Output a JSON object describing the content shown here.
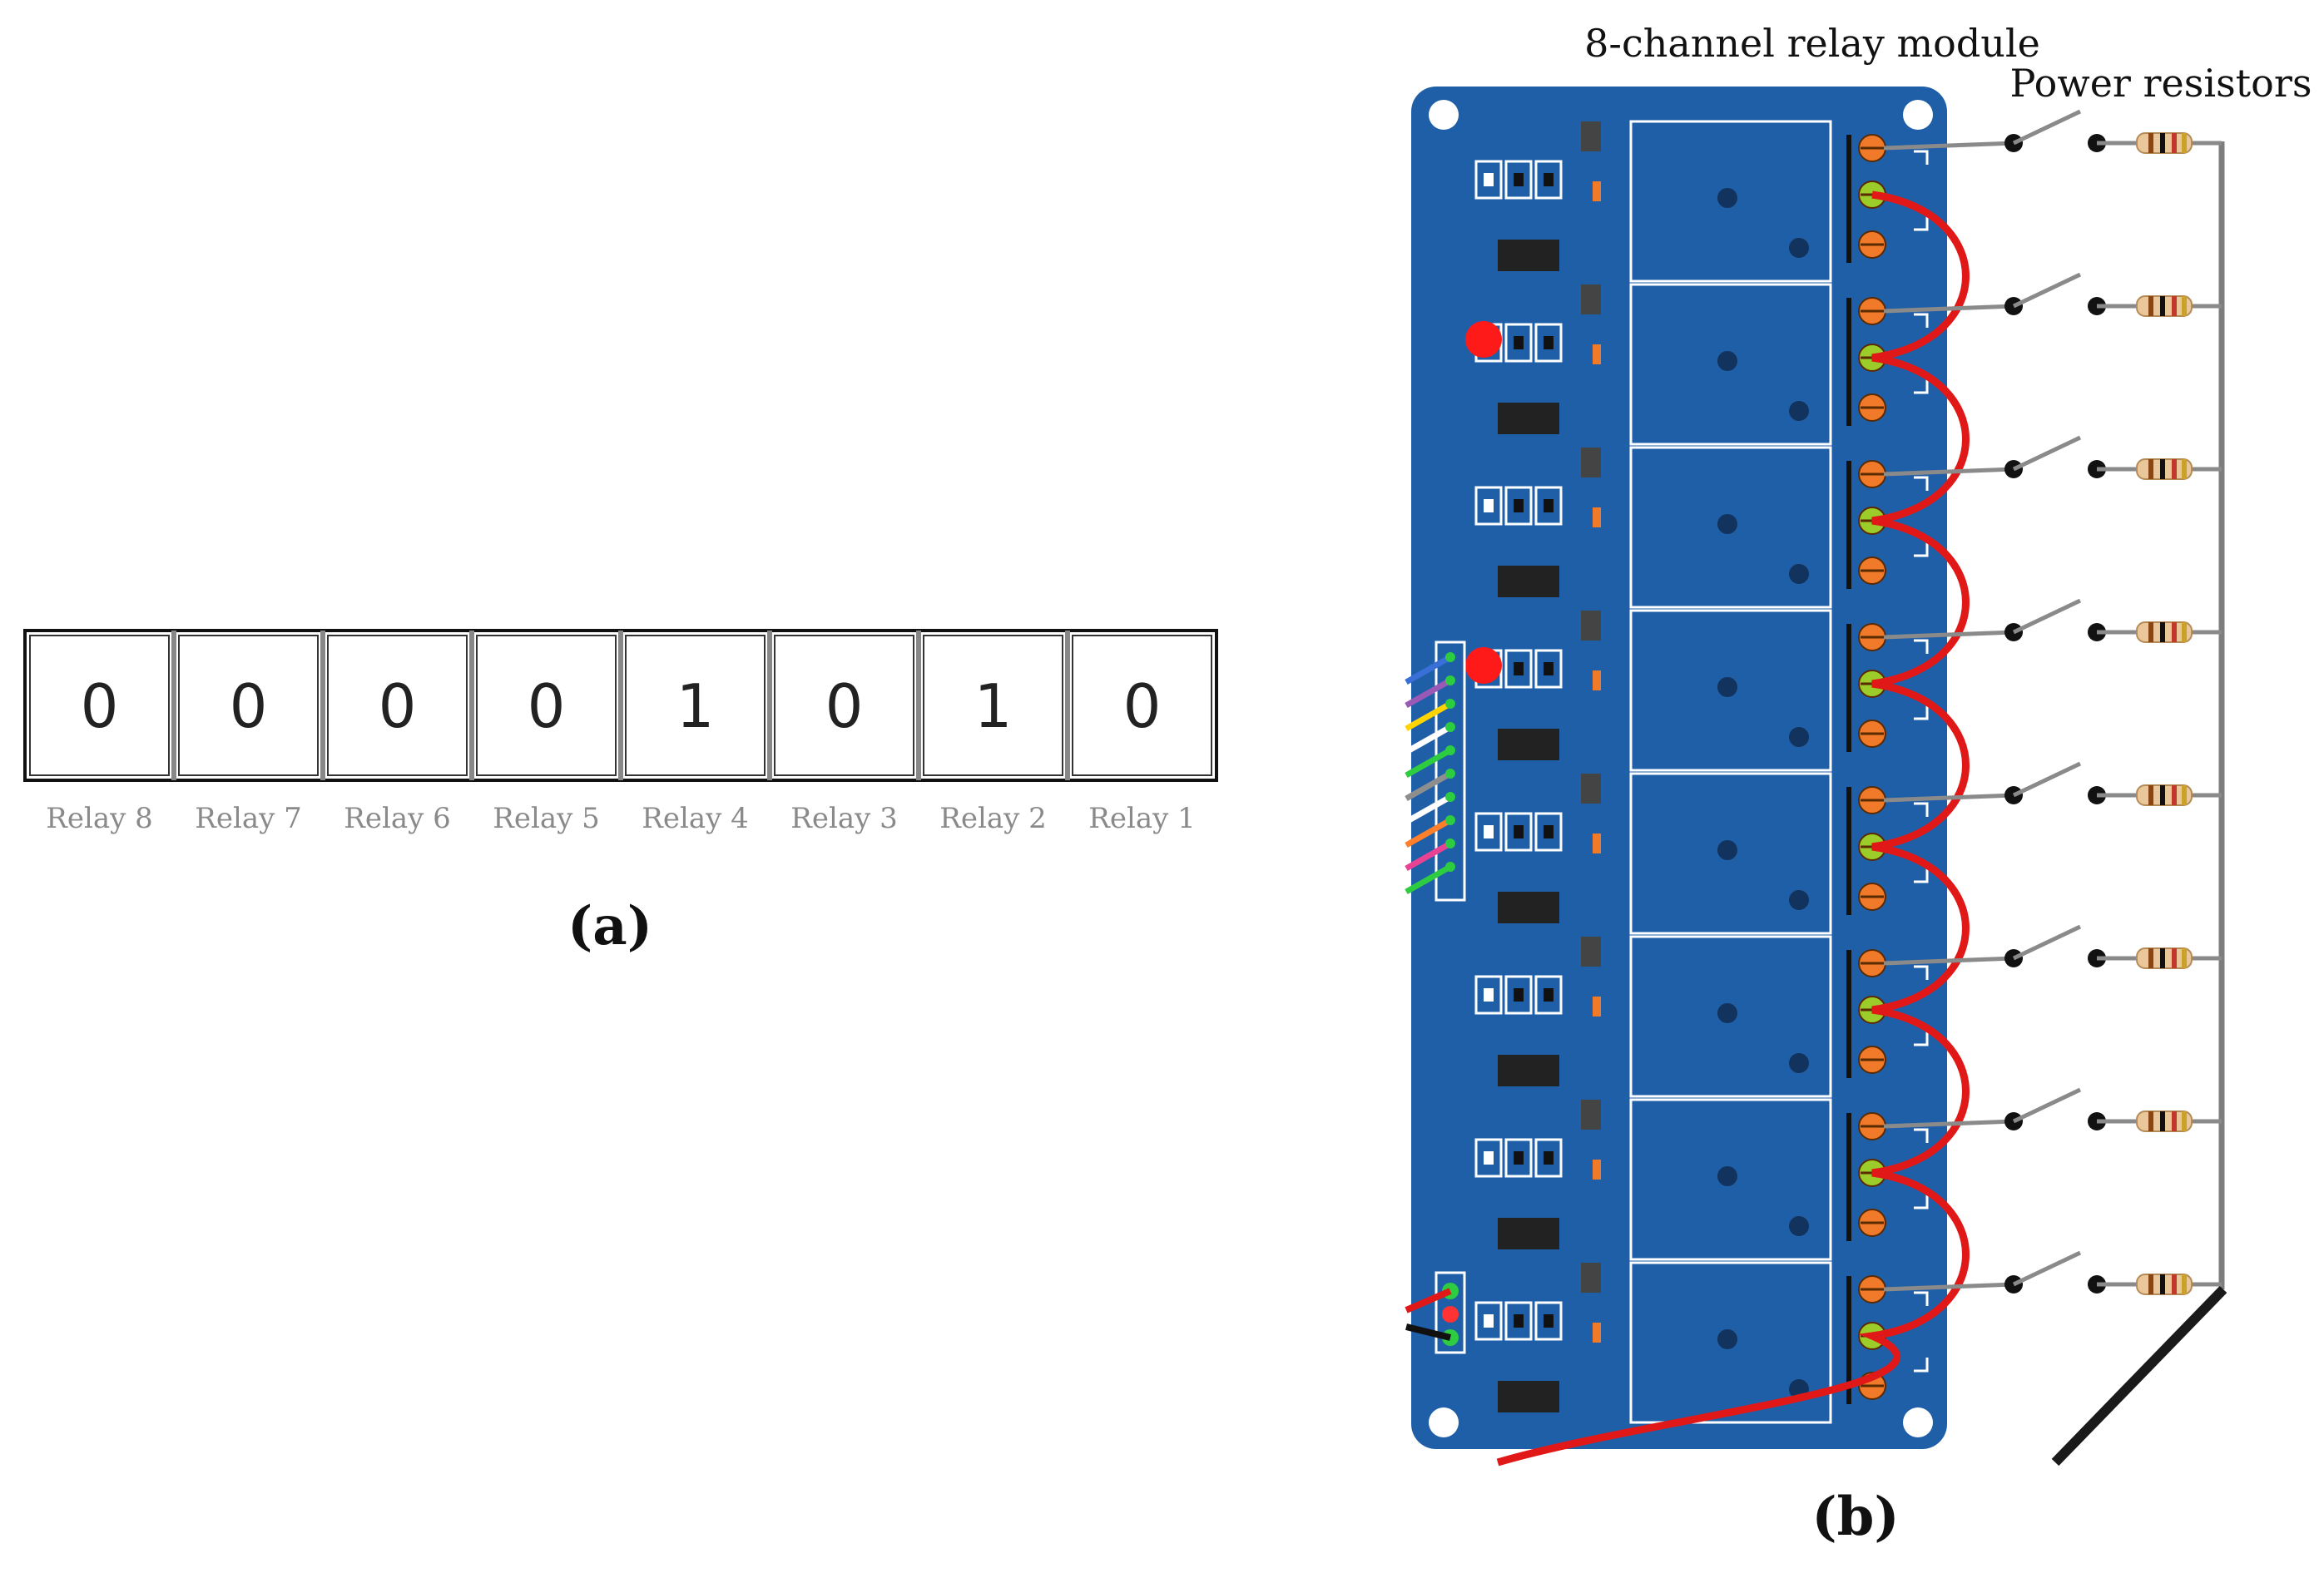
{
  "panel_a": {
    "label": "(a)",
    "cells": [
      {
        "bit": "0",
        "relay": "Relay 8"
      },
      {
        "bit": "0",
        "relay": "Relay 7"
      },
      {
        "bit": "0",
        "relay": "Relay 6"
      },
      {
        "bit": "0",
        "relay": "Relay 5"
      },
      {
        "bit": "1",
        "relay": "Relay 4"
      },
      {
        "bit": "0",
        "relay": "Relay 3"
      },
      {
        "bit": "1",
        "relay": "Relay 2"
      },
      {
        "bit": "0",
        "relay": "Relay 1"
      }
    ]
  },
  "panel_b": {
    "label": "(b)",
    "module_title": "8-channel relay module",
    "resistor_title": "Power resistors",
    "channel_count": 8,
    "active_led_channels": [
      2,
      4
    ],
    "colors": {
      "board": "#1f5fa8",
      "led_on": "#ff1a1a",
      "wire": "#e01818",
      "terminal": "#f07a2a",
      "terminal_common": "#9ccc2a"
    },
    "ribbon_wire_colors": [
      "#3b6fd8",
      "#9b59b6",
      "#ffd400",
      "#ffffff",
      "#2ecc40",
      "#8e8e8e",
      "#ffffff",
      "#ff7f2a",
      "#e84393",
      "#2ecc40"
    ]
  }
}
